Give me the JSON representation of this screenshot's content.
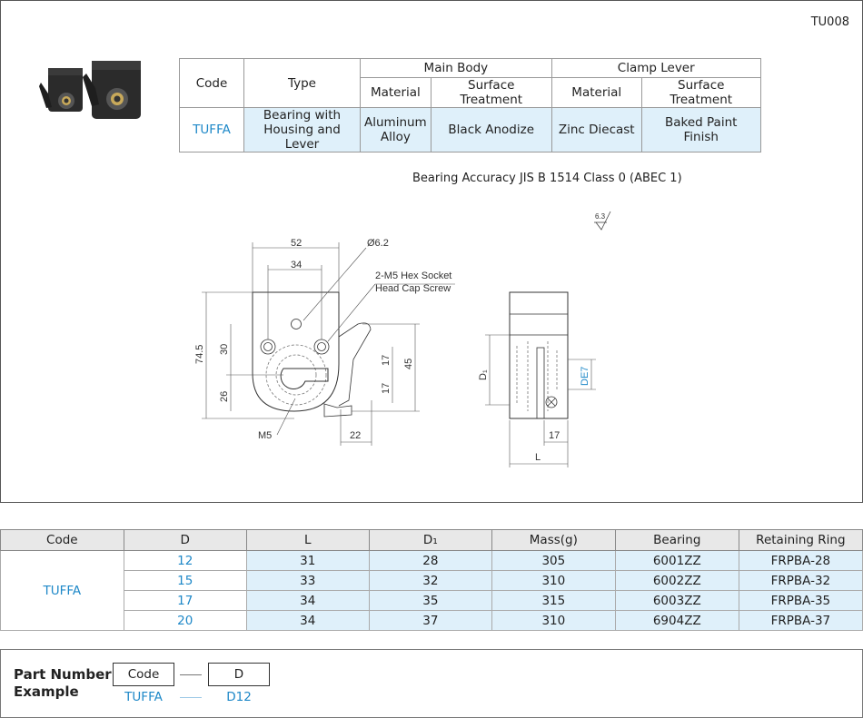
{
  "page_code": "TU008",
  "spec_table": {
    "headers": {
      "code": "Code",
      "type": "Type",
      "main_body": "Main Body",
      "clamp_lever": "Clamp Lever",
      "material": "Material",
      "surface_treatment": "Surface Treatment"
    },
    "row": {
      "code": "TUFFA",
      "type": "Bearing with Housing and Lever",
      "body_material": "Aluminum Alloy",
      "body_surface": "Black Anodize",
      "lever_material": "Zinc Diecast",
      "lever_surface": "Baked Paint Finish"
    }
  },
  "accuracy_note": "Bearing Accuracy JIS B 1514 Class 0 (ABEC 1)",
  "drawing": {
    "roughness": "6.3",
    "dims": {
      "w52": "52",
      "w34": "34",
      "hole": "Ø6.2",
      "screw_line1": "2-M5 Hex Socket",
      "screw_line2": "Head Cap Screw",
      "h745": "74.5",
      "h30": "30",
      "h26": "26",
      "h17a": "17",
      "h17b": "17",
      "h45": "45",
      "m5": "M5",
      "w22": "22",
      "d1": "D₁",
      "de7": "DE7",
      "w17": "17",
      "l": "L"
    }
  },
  "dim_table": {
    "headers": [
      "Code",
      "D",
      "L",
      "D₁",
      "Mass(g)",
      "Bearing",
      "Retaining Ring"
    ],
    "code": "TUFFA",
    "rows": [
      {
        "d": "12",
        "l": "31",
        "d1": "28",
        "mass": "305",
        "bearing": "6001ZZ",
        "ring": "FRPBA-28"
      },
      {
        "d": "15",
        "l": "33",
        "d1": "32",
        "mass": "310",
        "bearing": "6002ZZ",
        "ring": "FRPBA-32"
      },
      {
        "d": "17",
        "l": "34",
        "d1": "35",
        "mass": "315",
        "bearing": "6003ZZ",
        "ring": "FRPBA-35"
      },
      {
        "d": "20",
        "l": "34",
        "d1": "37",
        "mass": "310",
        "bearing": "6904ZZ",
        "ring": "FRPBA-37"
      }
    ]
  },
  "part_example": {
    "title_line1": "Part Number",
    "title_line2": "Example",
    "box1": "Code",
    "box2": "D",
    "val1": "TUFFA",
    "val2": "D12"
  },
  "colors": {
    "accent": "#1e88c8",
    "cell_blue": "#dff0fa",
    "header_gray": "#e8e8e8"
  }
}
